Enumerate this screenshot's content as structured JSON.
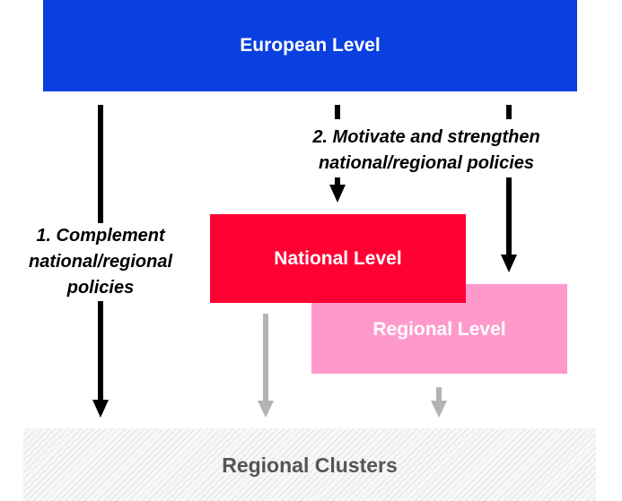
{
  "levels": {
    "european": "European Level",
    "national": "National Level",
    "regional": "Regional Level",
    "clusters": "Regional Clusters"
  },
  "labels": {
    "complement": [
      "1. Complement",
      "national/regional",
      "policies"
    ],
    "motivate": [
      "2. Motivate and strengthen",
      "national/regional policies"
    ]
  },
  "colors": {
    "european": "#0a3fe0",
    "national": "#ff0033",
    "regional": "#ff99cc",
    "arrow_black": "#000000",
    "arrow_gray": "#b3b3b3"
  }
}
